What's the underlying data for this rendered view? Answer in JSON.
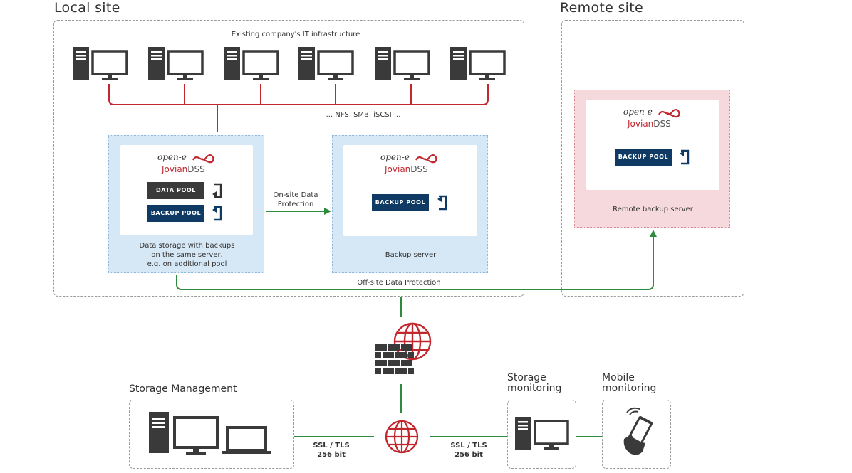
{
  "local_site": {
    "title": "Local site"
  },
  "remote_site": {
    "title": "Remote site"
  },
  "infrastructure": {
    "caption": "Existing company's IT infrastructure",
    "protocols": "... NFS, SMB, iSCSI ..."
  },
  "logo": {
    "top": "open-e",
    "bottom_prefix": "Jovian",
    "bottom_suffix": "DSS"
  },
  "server_local": {
    "data_pool": "DATA POOL",
    "backup_pool": "BACKUP POOL",
    "caption_lines": [
      "Data storage with backups",
      "on the same server,",
      "e.g. on additional pool"
    ]
  },
  "onsite_arrow": {
    "line1": "On-site Data",
    "line2": "Protection"
  },
  "server_backup": {
    "backup_pool": "BACKUP POOL",
    "caption": "Backup server"
  },
  "server_remote": {
    "backup_pool": "BACKUP POOL",
    "caption": "Remote backup server"
  },
  "offsite_arrow": {
    "label": "Off-site Data Protection"
  },
  "storage_management": {
    "title": "Storage Management"
  },
  "storage_monitoring": {
    "title_line1": "Storage",
    "title_line2": "monitoring"
  },
  "mobile_monitoring": {
    "title_line1": "Mobile",
    "title_line2": "monitoring"
  },
  "ssl_left": {
    "line1": "SSL / TLS",
    "line2": "256 bit"
  },
  "ssl_right": {
    "line1": "SSL / TLS",
    "line2": "256 bit"
  },
  "colors": {
    "red_line": "#c1272d",
    "green_line": "#2e8b3e",
    "navy": "#0f3a63",
    "dark": "#3a3a3a"
  }
}
